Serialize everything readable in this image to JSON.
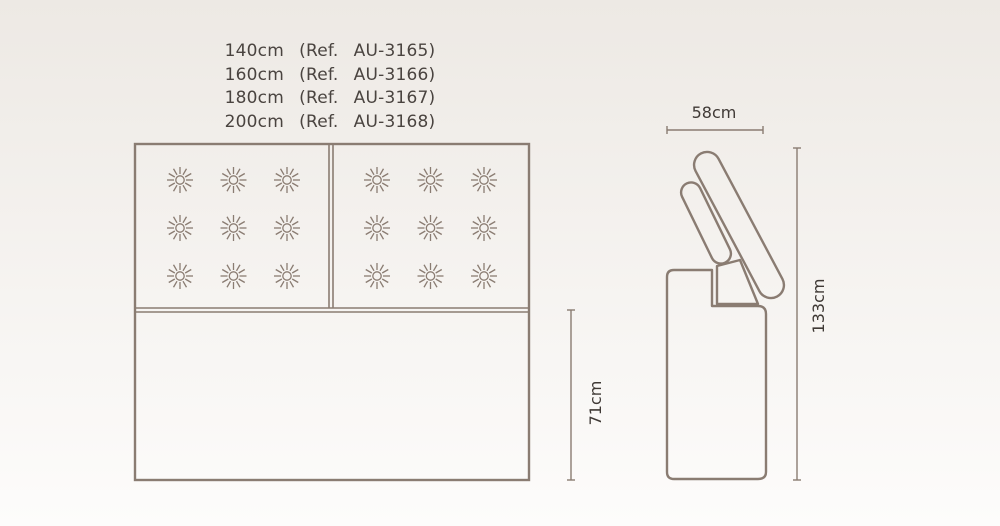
{
  "size_lines": [
    "140cm  (Ref.  AU-3165)",
    "160cm  (Ref.  AU-3166)",
    "180cm  (Ref.  AU-3167)",
    "200cm  (Ref.  AU-3168)"
  ],
  "dimensions": {
    "leg_height": "71cm",
    "side_depth": "58cm",
    "total_height": "133cm"
  },
  "colors": {
    "outline": "#8a7c72",
    "text": "#4a4440"
  },
  "tufting": {
    "rows": 3,
    "cols_per_panel": 3,
    "panels": 2
  }
}
